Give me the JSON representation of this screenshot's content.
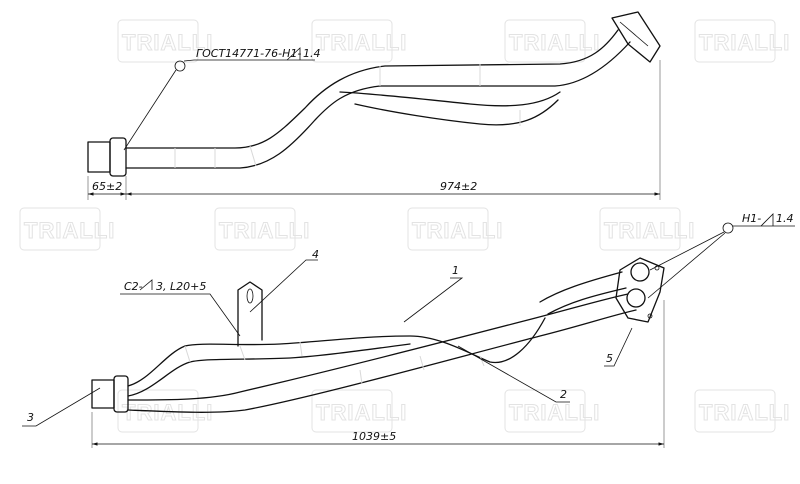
{
  "watermark": {
    "brand": "TRIALLI"
  },
  "top_view": {
    "weld_note": "ГОСТ14771-76-Н1-",
    "weld_leg": "1.4",
    "dim_left": "65±2",
    "dim_total": "974±2"
  },
  "bottom_view": {
    "weld_note_left_a": "С2-",
    "weld_note_left_b": "3, L20+5",
    "weld_note_right": "Н1-",
    "weld_leg_right": "1.4",
    "dim_total": "1039±5",
    "callouts": [
      "1",
      "2",
      "3",
      "4",
      "5"
    ]
  }
}
